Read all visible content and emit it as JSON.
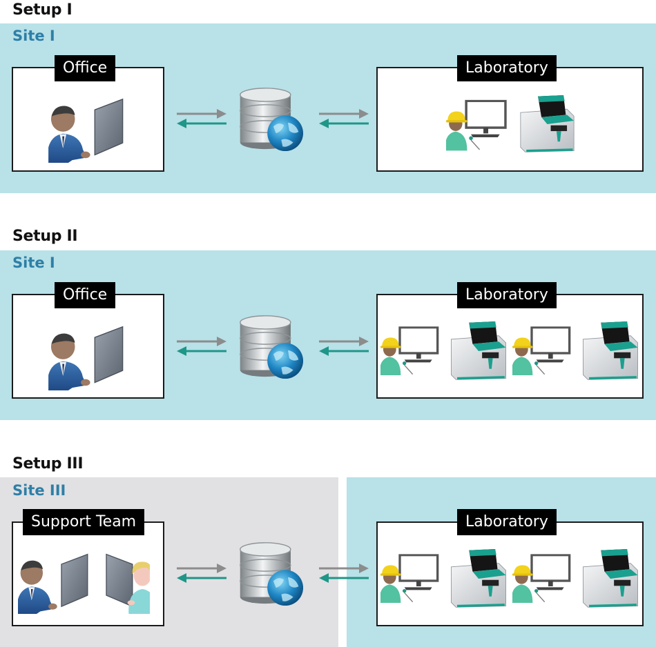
{
  "setups": [
    {
      "title": "Setup I",
      "site": "Site I",
      "left_label": "Office",
      "right_label": "Laboratory"
    },
    {
      "title": "Setup II",
      "site": "Site I",
      "left_label": "Office",
      "right_label": "Laboratory"
    },
    {
      "title": "Setup III",
      "site": "Site III",
      "left_label": "Support Team",
      "right_label": "Laboratory"
    }
  ],
  "colors": {
    "band_blue": "#b8e1e8",
    "band_gray": "#e1e0e3",
    "site_label": "#2e7fa6",
    "arrow_gray": "#8c8c8c",
    "arrow_teal": "#1e9688"
  }
}
